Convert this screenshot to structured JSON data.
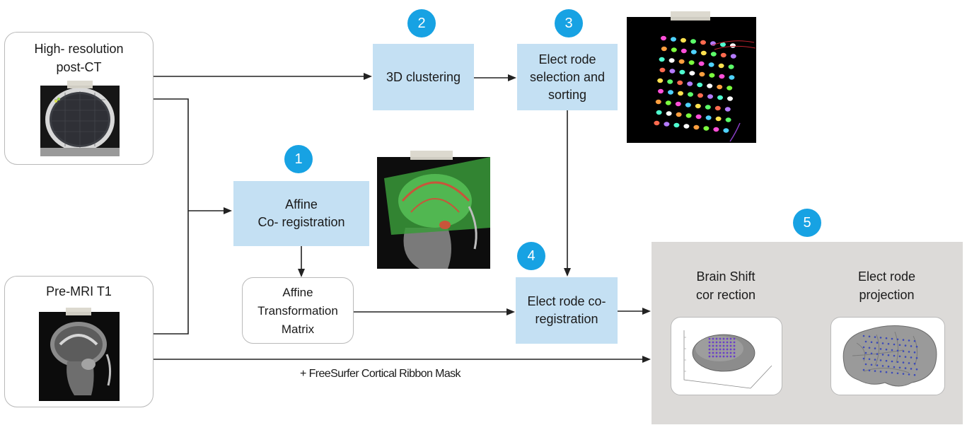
{
  "inputs": {
    "ct_label": "High- resolution\npost-CT",
    "mri_label": "Pre-MRI T1"
  },
  "steps": {
    "step1": {
      "number": "1",
      "label": "Affine\nCo- registration"
    },
    "step2": {
      "number": "2",
      "label": "3D clustering"
    },
    "step3": {
      "number": "3",
      "label": "Elect rode\nselection and\nsorting"
    },
    "step4": {
      "number": "4",
      "label": "Elect rode co-\nregistration"
    },
    "step5": {
      "number": "5"
    }
  },
  "matrix_label": "Affine\nTransformation\nMatrix",
  "mask_label": "+ FreeSurfer Cortical Ribbon Mask",
  "panel": {
    "brain_shift_label": "Brain Shift\ncor rection",
    "projection_label": "Elect rode\nprojection"
  },
  "colors": {
    "accent_circle": "#17a2e3",
    "step_box": "#c4e0f3",
    "panel_bg": "#dcdad8",
    "arrow": "#222222"
  }
}
